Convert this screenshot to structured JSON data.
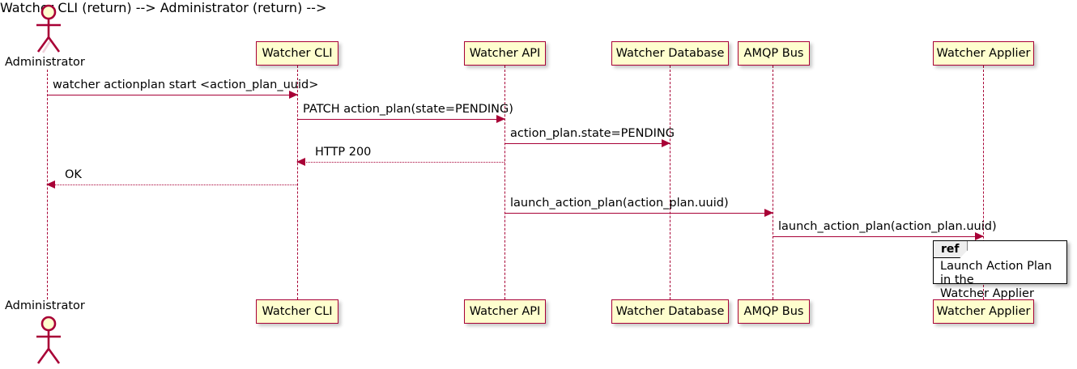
{
  "diagram": {
    "type": "uml-sequence-diagram",
    "colors": {
      "participant_fill": "#FEFECE",
      "participant_border": "#A80036",
      "lifeline": "#A80036",
      "arrow": "#A80036",
      "text": "#000000",
      "ref_border": "#000000",
      "ref_fill": "#FFFFFF",
      "ref_tab_fill": "#EEEEEE",
      "background": "#FFFFFF"
    },
    "participants": [
      {
        "id": "administrator",
        "label": "Administrator",
        "kind": "actor"
      },
      {
        "id": "watcher-cli",
        "label": "Watcher CLI",
        "kind": "participant"
      },
      {
        "id": "watcher-api",
        "label": "Watcher API",
        "kind": "participant"
      },
      {
        "id": "watcher-database",
        "label": "Watcher Database",
        "kind": "participant"
      },
      {
        "id": "amqp-bus",
        "label": "AMQP Bus",
        "kind": "participant"
      },
      {
        "id": "watcher-applier",
        "label": "Watcher Applier",
        "kind": "participant"
      }
    ],
    "messages": [
      {
        "id": "m1",
        "label": "watcher actionplan start <action_plan_uuid>",
        "from": "administrator",
        "to": "watcher-cli",
        "style": "solid",
        "direction": "right"
      },
      {
        "id": "m2",
        "label": "PATCH action_plan(state=PENDING)",
        "from": "watcher-cli",
        "to": "watcher-api",
        "style": "solid",
        "direction": "right"
      },
      {
        "id": "m3",
        "label": "action_plan.state=PENDING",
        "from": "watcher-api",
        "to": "watcher-database",
        "style": "solid",
        "direction": "right"
      },
      {
        "id": "m4",
        "label": "HTTP 200",
        "from": "watcher-api",
        "to": "watcher-cli",
        "style": "dotted",
        "direction": "left"
      },
      {
        "id": "m5",
        "label": "OK",
        "from": "watcher-cli",
        "to": "administrator",
        "style": "dotted",
        "direction": "left"
      },
      {
        "id": "m6",
        "label": "launch_action_plan(action_plan.uuid)",
        "from": "watcher-api",
        "to": "amqp-bus",
        "style": "solid",
        "direction": "right"
      },
      {
        "id": "m7",
        "label": "launch_action_plan(action_plan.uuid)",
        "from": "amqp-bus",
        "to": "watcher-applier",
        "style": "solid",
        "direction": "right"
      }
    ],
    "ref_fragment": {
      "keyword": "ref",
      "text": "Launch Action Plan in the Watcher Applier",
      "line1": "Launch Action Plan in the",
      "line2": "Watcher Applier"
    }
  }
}
